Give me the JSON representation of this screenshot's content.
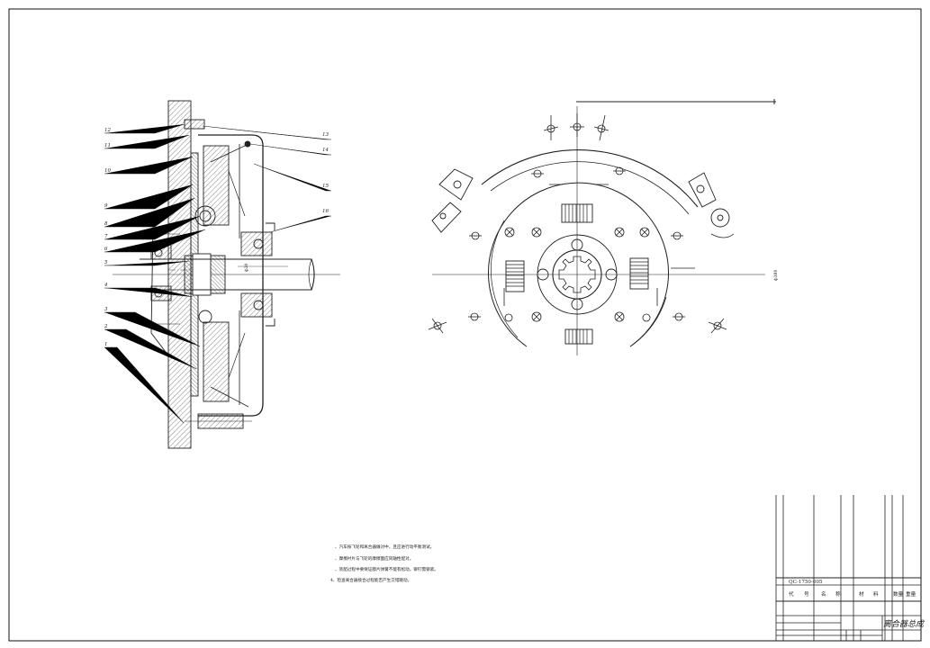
{
  "drawing": {
    "callouts_left": [
      "12",
      "11",
      "10",
      "9",
      "8",
      "7",
      "6",
      "5",
      "4",
      "3",
      "2",
      "1"
    ],
    "callouts_right": [
      "13",
      "14",
      "15",
      "16"
    ],
    "dimension_label": "ф380",
    "shaft_dim_label": "ф30",
    "tech_notes": [
      "、汽车按飞轮和离合器做对中，且应进行动平衡测试。",
      "、摩擦衬片与飞轮的摩擦面应同轴性配对。",
      "、装配过程中要保证膜片弹簧不能有松动，铆钉需铆紧。",
      "4、检查离合器接合过程能否产生交错跳动。"
    ]
  },
  "title_block": {
    "title": "离合器总成",
    "part_number": "QC-1750-005",
    "header_labels": [
      "代",
      "号",
      "名",
      "称",
      "材",
      "料"
    ],
    "qty_label": "数量",
    "weight_label": "重量"
  }
}
